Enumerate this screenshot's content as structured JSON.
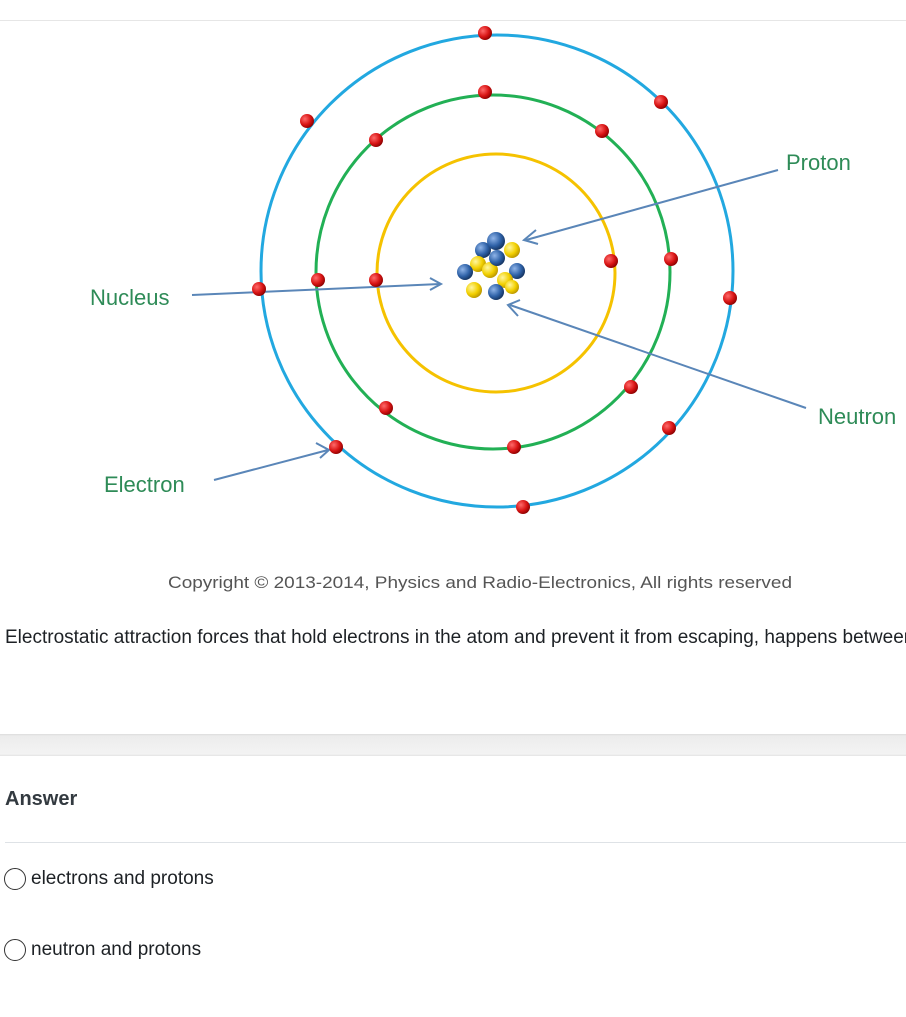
{
  "diagram": {
    "labels": {
      "proton": "Proton",
      "nucleus": "Nucleus",
      "neutron": "Neutron",
      "electron": "Electron"
    },
    "copyright": "Copyright © 2013-2014, Physics and Radio-Electronics, All rights reserved",
    "colors": {
      "inner_shell": "#f5c000",
      "middle_shell": "#20b050",
      "outer_shell": "#20a8e0",
      "electron": "#e01818",
      "proton": "#f0d000",
      "neutron": "#2858a0",
      "label_text": "#2e8b57",
      "arrow": "#5a86b8"
    }
  },
  "question": {
    "text": "Electrostatic attraction forces that hold electrons in the atom and prevent it from escaping, happens between"
  },
  "answer": {
    "heading": "Answer",
    "options": [
      {
        "label": "electrons and protons",
        "selected": false
      },
      {
        "label": "neutron and protons",
        "selected": false
      }
    ]
  }
}
